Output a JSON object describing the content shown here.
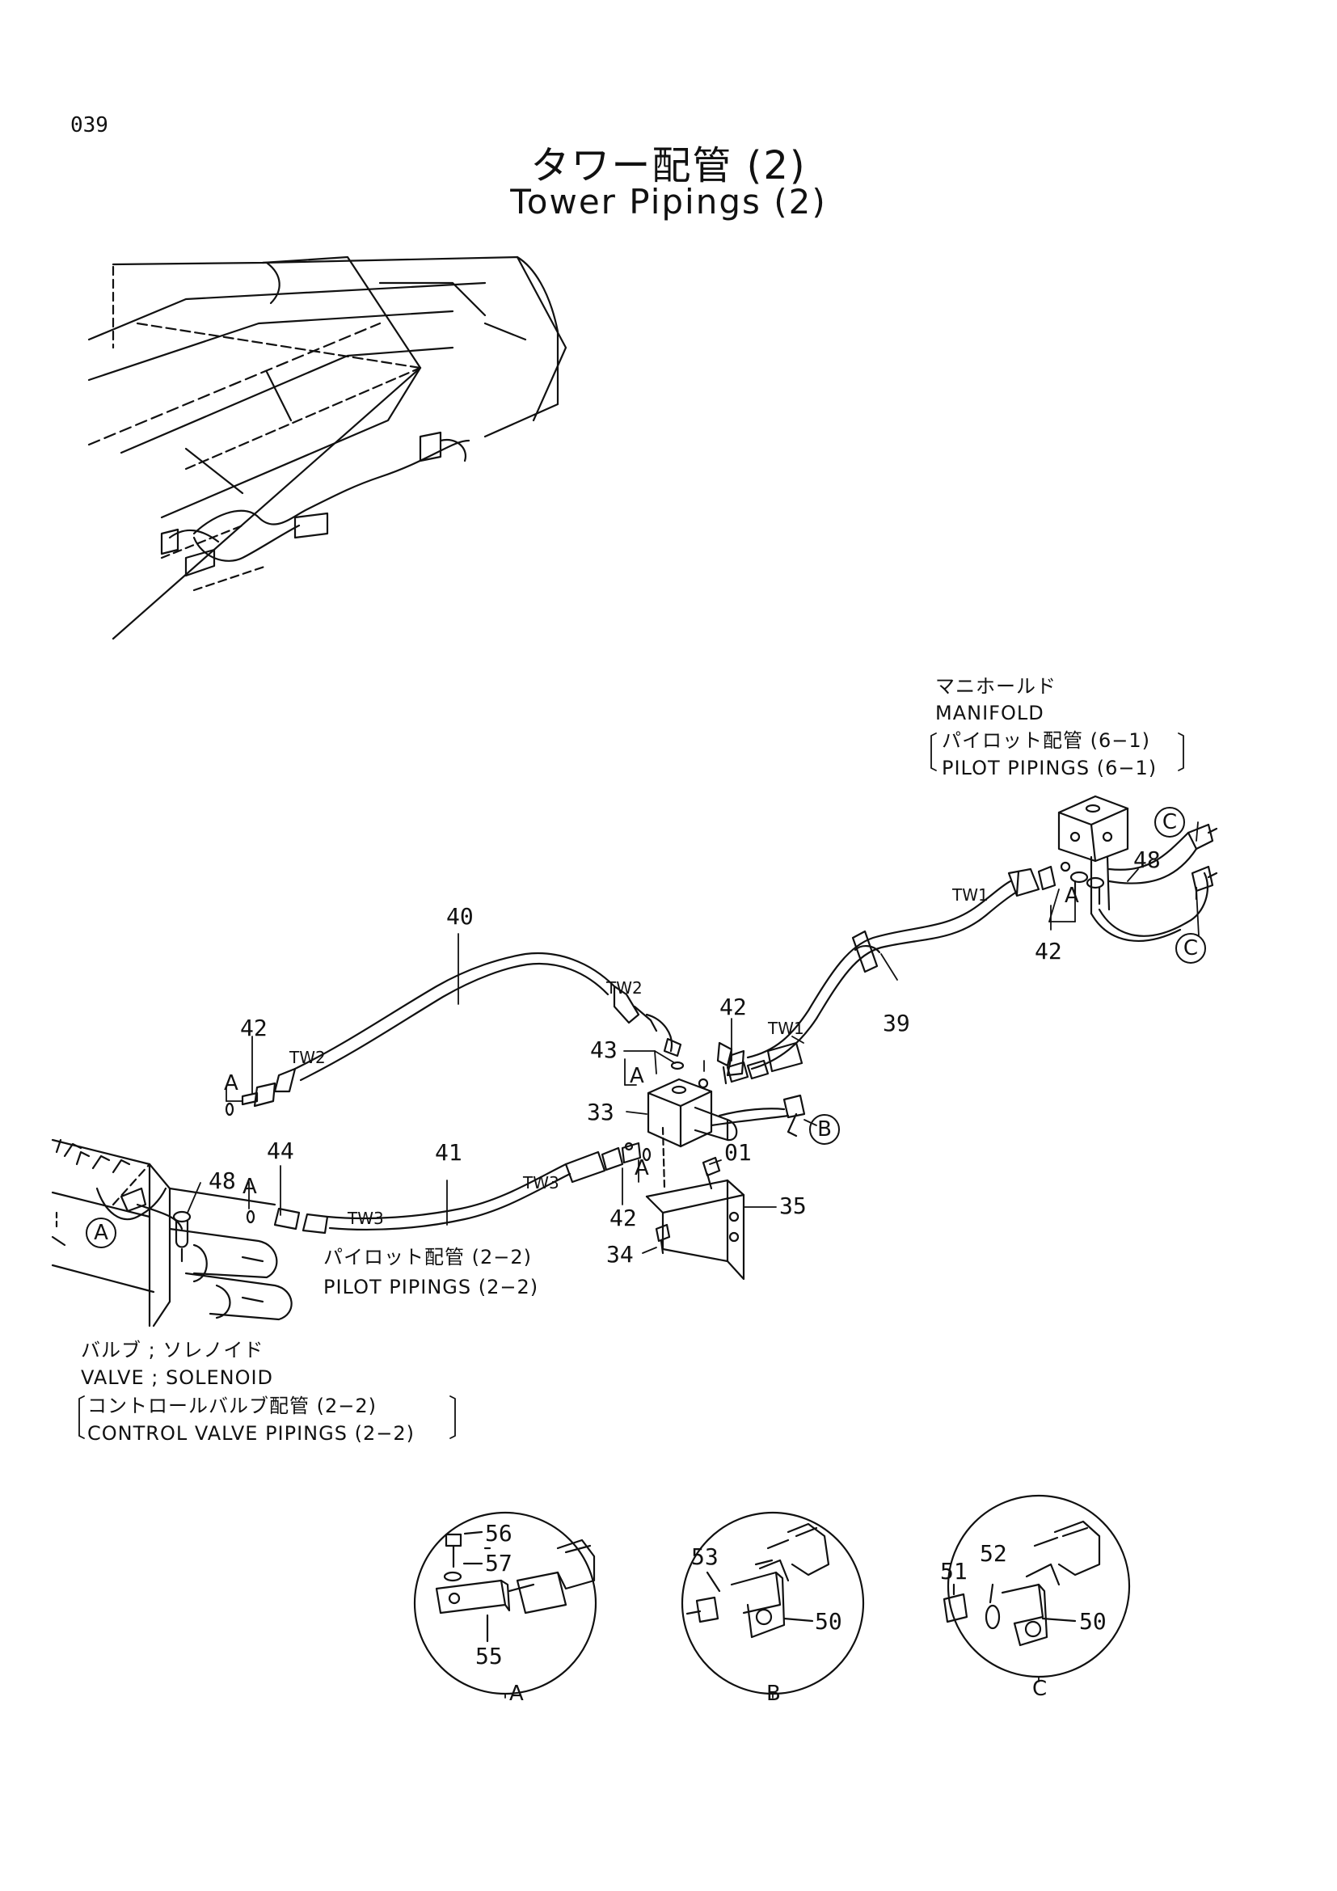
{
  "page_number": "039",
  "title_jp": "タワー配管 (2)",
  "title_en": "Tower Pipings (2)",
  "manifold": {
    "jp": "マニホールド",
    "en": "MANIFOLD",
    "ref_jp": "パイロット配管 (6−1)",
    "ref_en": "PILOT PIPINGS (6−1)"
  },
  "pilot_ref": {
    "jp": "パイロット配管 (2−2)",
    "en": "PILOT PIPINGS (2−2)"
  },
  "valve": {
    "jp": "バルブ ; ソレノイド",
    "en": "VALVE ; SOLENOID",
    "ref_jp": "コントロールバルブ配管 (2−2)",
    "ref_en": "CONTROL VALVE PIPINGS (2−2)"
  },
  "hose_marks": [
    "TW1",
    "TW1",
    "TW2",
    "TW2",
    "TW3",
    "TW3"
  ],
  "detail_letters": [
    "A",
    "A",
    "A",
    "A",
    "A",
    "B",
    "C",
    "C"
  ],
  "part_numbers": [
    "40",
    "42",
    "42",
    "42",
    "42",
    "43",
    "44",
    "48",
    "48",
    "41",
    "39",
    "33",
    "01",
    "35",
    "34"
  ],
  "detail_views": [
    {
      "caption": "A",
      "parts": [
        "56",
        "57",
        "55"
      ]
    },
    {
      "caption": "B",
      "parts": [
        "53",
        "50"
      ]
    },
    {
      "caption": "C",
      "parts": [
        "51",
        "52",
        "50"
      ]
    }
  ]
}
